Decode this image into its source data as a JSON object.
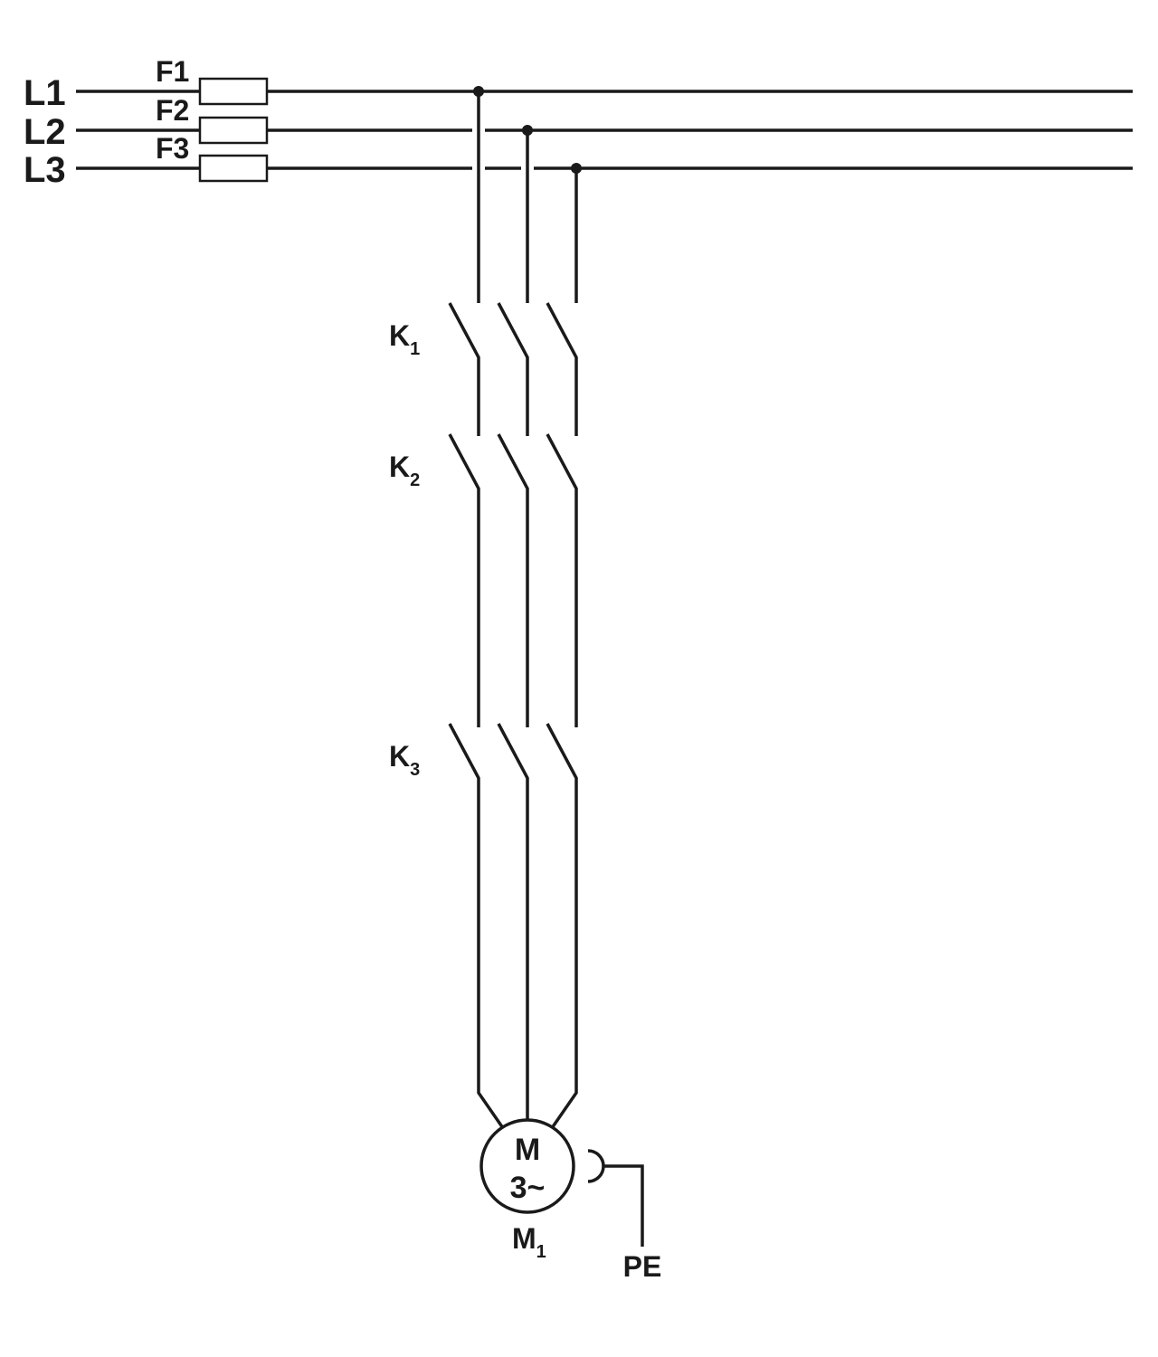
{
  "diagram": {
    "lines": [
      {
        "label": "L1"
      },
      {
        "label": "L2"
      },
      {
        "label": "L3"
      }
    ],
    "fuses": [
      {
        "label": "F1"
      },
      {
        "label": "F2"
      },
      {
        "label": "F3"
      }
    ],
    "contactors": [
      {
        "letter": "K",
        "index": "1"
      },
      {
        "letter": "K",
        "index": "2"
      },
      {
        "letter": "K",
        "index": "3"
      }
    ],
    "motor": {
      "symbol_top": "M",
      "symbol_bottom": "3~",
      "name_letter": "M",
      "name_index": "1"
    },
    "earth": {
      "label": "PE"
    },
    "colors": {
      "line": "#1a1a1a",
      "background": "#ffffff"
    }
  }
}
